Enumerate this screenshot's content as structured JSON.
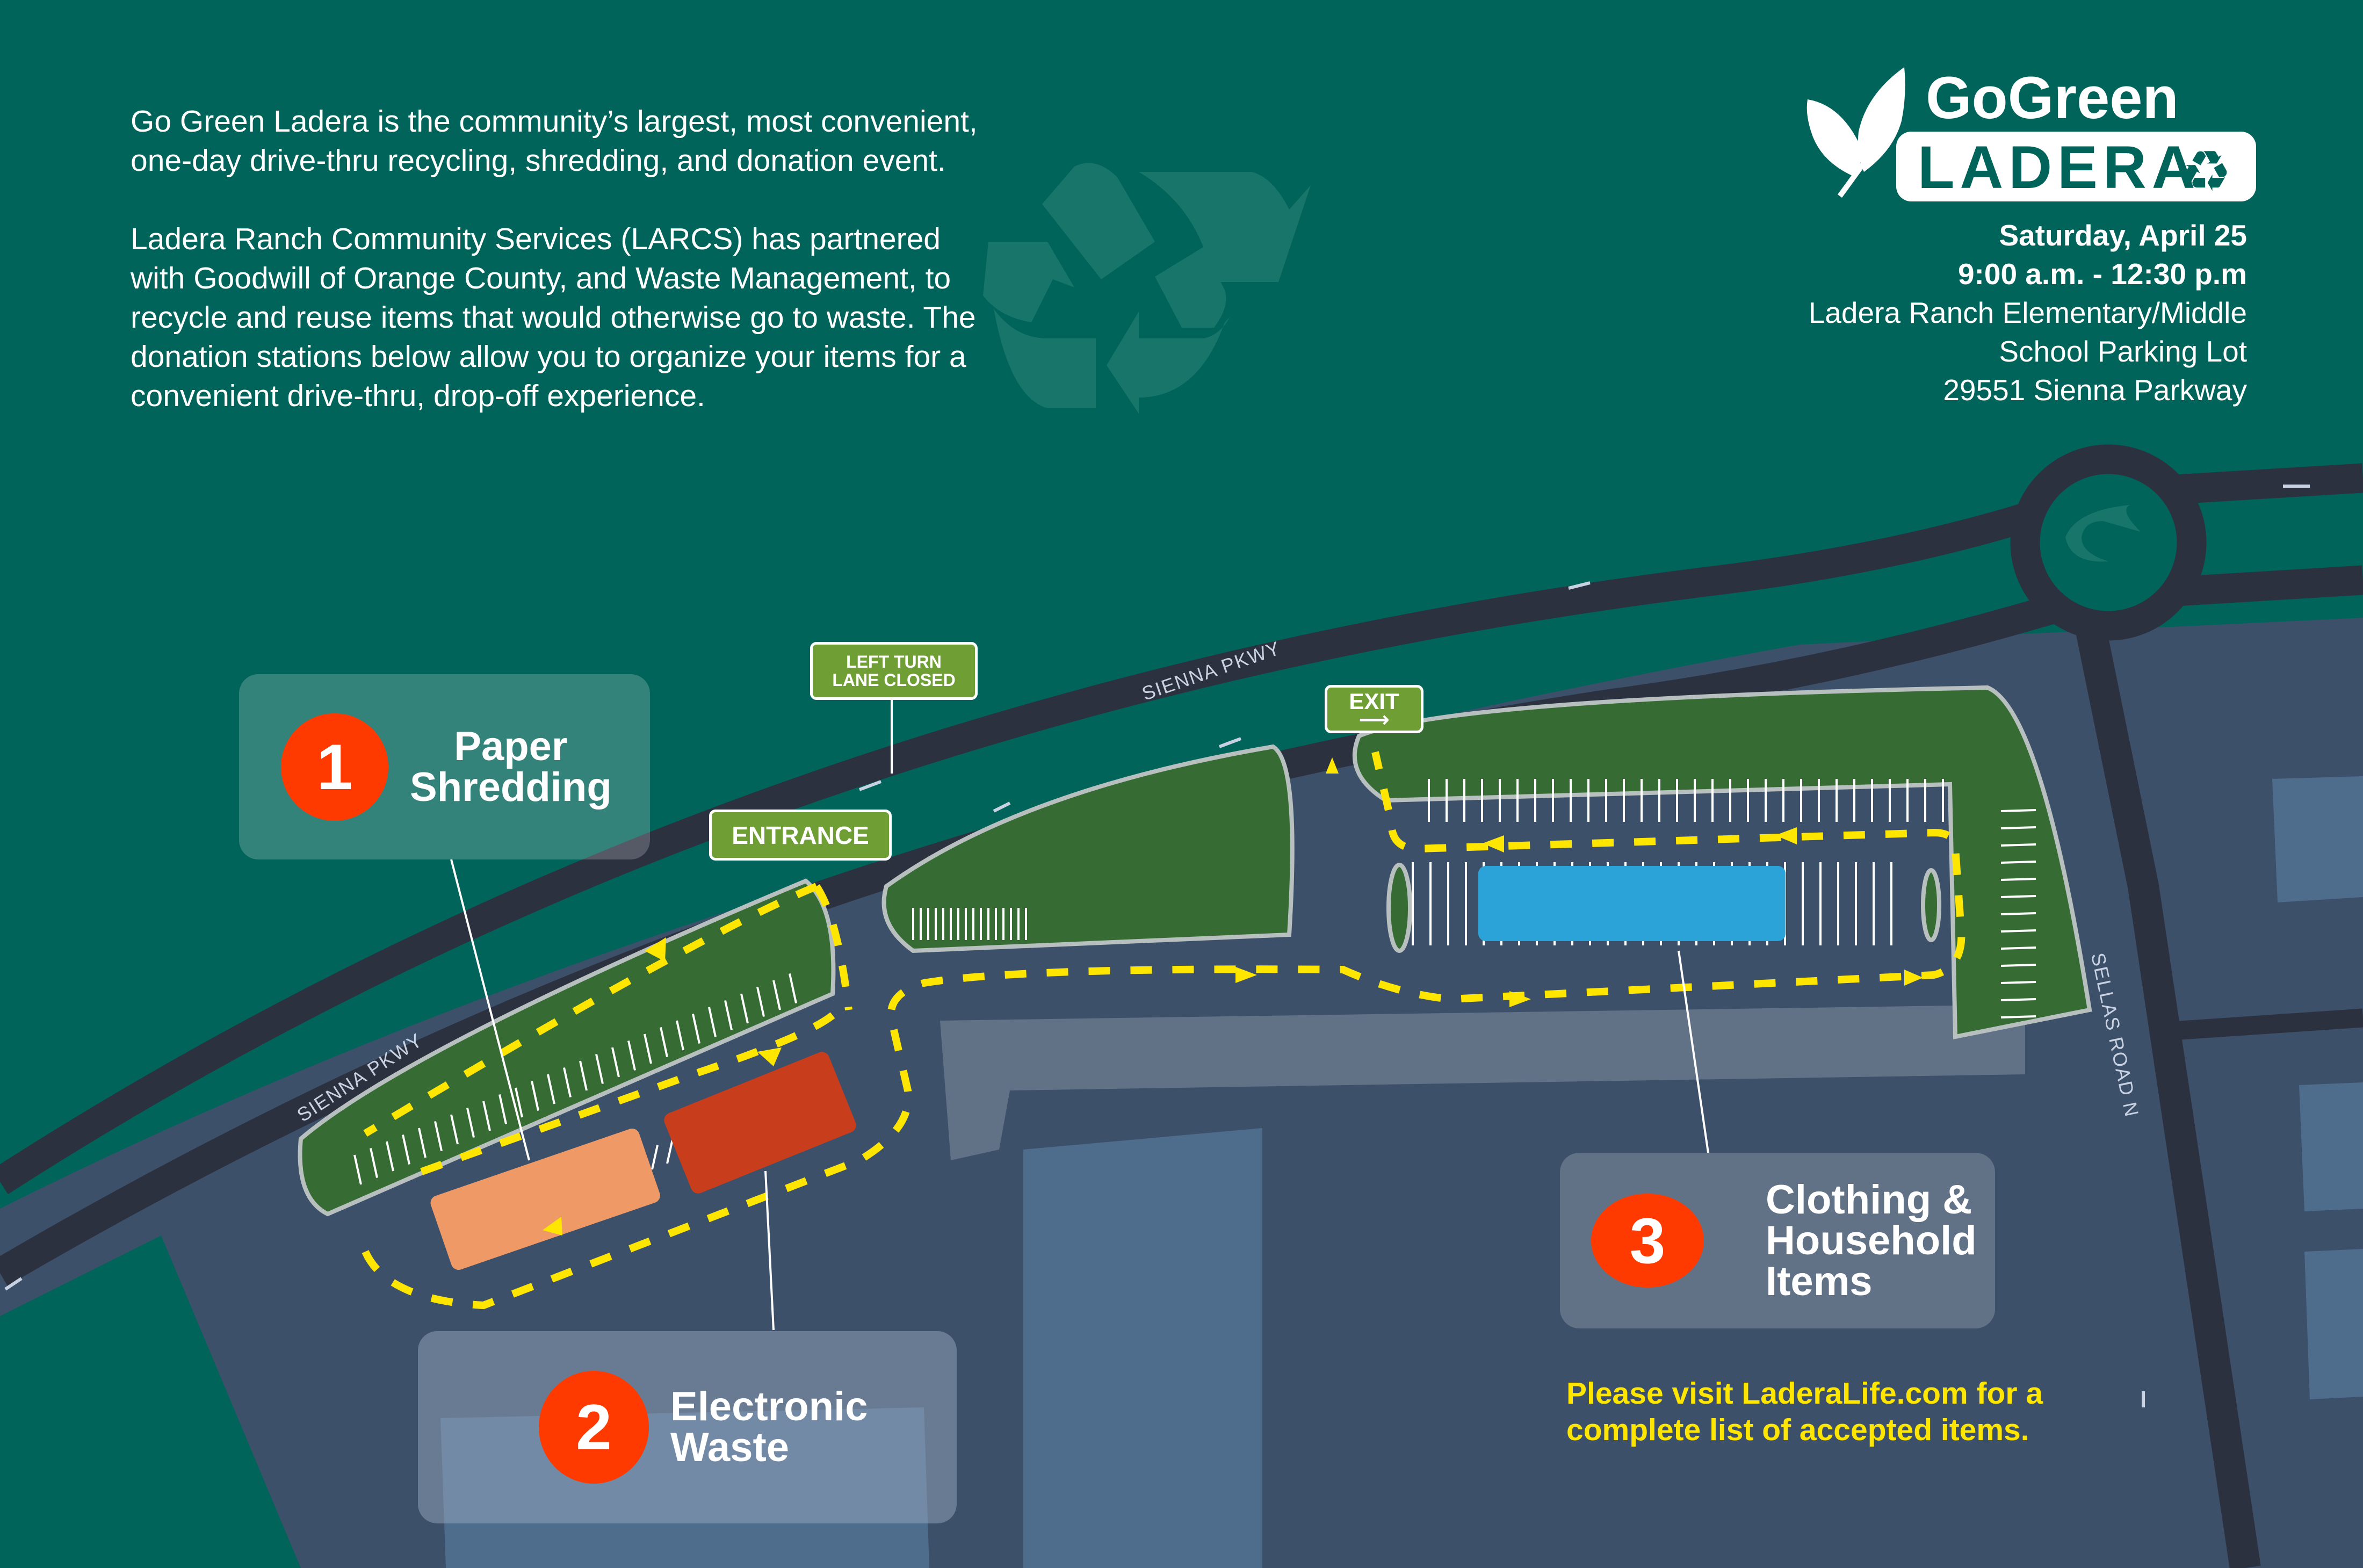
{
  "intro": {
    "paragraph_1": "Go Green Ladera is the community’s largest, most convenient, one-day drive-thru recycling, shredding, and donation event.",
    "paragraph_2": "Ladera Ranch Community Services (LARCS) has partnered with Goodwill of Orange County,  and Waste Management, to recycle and reuse items that would otherwise go to waste. The donation stations below allow you to organize your items for a convenient drive-thru, drop-off experience."
  },
  "logo": {
    "line_1": "GoGreen",
    "line_2": "LADERA"
  },
  "event": {
    "date": "Saturday, April 25",
    "time": "9:00 a.m. - 12:30 p.m",
    "venue_line_1": "Ladera Ranch Elementary/Middle",
    "venue_line_2": "School Parking Lot",
    "address": "29551 Sienna Parkway"
  },
  "stations": [
    {
      "number": "1",
      "label_line_1": "Paper",
      "label_line_2": "Shredding",
      "label_line_3": "",
      "color": "#ef9a66"
    },
    {
      "number": "2",
      "label_line_1": "Electronic",
      "label_line_2": "Waste",
      "label_line_3": "",
      "color": "#c83d1c"
    },
    {
      "number": "3",
      "label_line_1": "Clothing &",
      "label_line_2": "Household",
      "label_line_3": "Items",
      "color": "#2ba3d8"
    }
  ],
  "signs": {
    "entrance": "ENTRANCE",
    "left_turn_line_1": "LEFT TURN",
    "left_turn_line_2": "LANE CLOSED",
    "exit": "EXIT"
  },
  "roads": {
    "sienna_upper": "SIENNA PKWY",
    "sienna_lower": "SIENNA PKWY",
    "sellas": "SELLAS ROAD N"
  },
  "note": {
    "line_1": "Please visit LaderaLife.com for a",
    "line_2": "complete list of accepted items."
  },
  "colors": {
    "background": "#00645a",
    "road": "#2c3140",
    "lot": "#3d506a",
    "grass": "#366b33",
    "route": "#ffe600",
    "badge": "#ff3a00",
    "sign": "#6f9e34"
  }
}
